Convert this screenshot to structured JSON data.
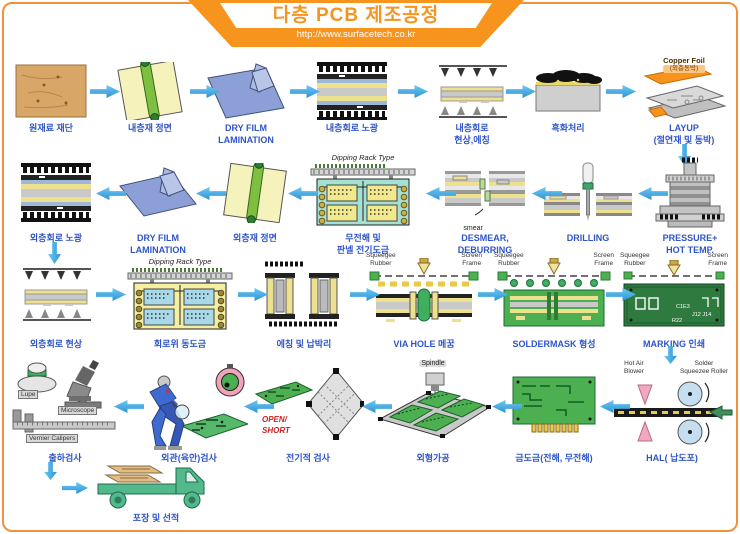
{
  "banner": {
    "title": "다층 PCB 제조공정",
    "url": "http://www.surfacetech.co.kr"
  },
  "steps": {
    "raw": {
      "label": "원재료 재단"
    },
    "inner_prep": {
      "label": "내층재 정면"
    },
    "dfl1": {
      "label1": "DRY FILM",
      "label2": "LAMINATION"
    },
    "inner_expose": {
      "label": "내층회로 노광"
    },
    "inner_dev": {
      "label1": "내층회로",
      "label2": "현상,에칭"
    },
    "black_oxide": {
      "label": "흑화처리"
    },
    "layup": {
      "label1": "LAYUP",
      "label2": "(절연재 및 동박)",
      "foil1": "Copper Foil",
      "foil2": "(외층동박)"
    },
    "press": {
      "label1": "PRESSURE+",
      "label2": "HOT TEMP."
    },
    "drilling": {
      "label": "DRILLING"
    },
    "desmear": {
      "label1": "DESMEAR,",
      "label2": "DEBURRING",
      "note": "smear"
    },
    "panel_plating": {
      "label1": "무전해 및",
      "label2": "판넬 전기도금",
      "tank": "Dipping Rack Type"
    },
    "outer_prep": {
      "label": "외층재 정면"
    },
    "dfl2": {
      "label1": "DRY FILM",
      "label2": "LAMINATION"
    },
    "outer_expose": {
      "label": "외층회로 노광"
    },
    "outer_dev": {
      "label": "외층회로 현상"
    },
    "pattern_plating": {
      "label": "회로위 동도금",
      "tank": "Dipping Rack Type"
    },
    "etch_strip": {
      "label": "에칭 및 납박리"
    },
    "via_fill": {
      "label": "VIA HOLE 메꿈",
      "sq1": "Squeegee",
      "sq2": "Rubber",
      "sc1": "Screen",
      "sc2": "Frame"
    },
    "soldermask": {
      "label": "SOLDERMASK 형성",
      "sq1": "Squeegee",
      "sq2": "Rubber",
      "sc1": "Screen",
      "sc2": "Frame"
    },
    "marking": {
      "label": "MARKING 인쇄",
      "sq1": "Squeegee",
      "sq2": "Rubber",
      "sc1": "Screen",
      "sc2": "Frame",
      "marks": [
        "C1E3",
        "R22",
        "J12 J14"
      ]
    },
    "hal": {
      "label": "HAL( 납도포)",
      "b1": "Hot Air",
      "b2": "Blower",
      "r1": "Solder",
      "r2": "Squeezee Roller"
    },
    "gold": {
      "label": "금도금(전해, 무전해)"
    },
    "routing": {
      "label": "외형가공",
      "spindle": "Spindle"
    },
    "etest": {
      "label": "전기적 검사",
      "open": "OPEN/",
      "short": "SHORT"
    },
    "visual": {
      "label": "외관(육안)검사"
    },
    "ship": {
      "label": "출하검사",
      "lupe": "Lupe",
      "micro": "Microscope",
      "caliper": "Vernier Calipers"
    },
    "packing": {
      "label": "포장 및 선적"
    }
  }
}
